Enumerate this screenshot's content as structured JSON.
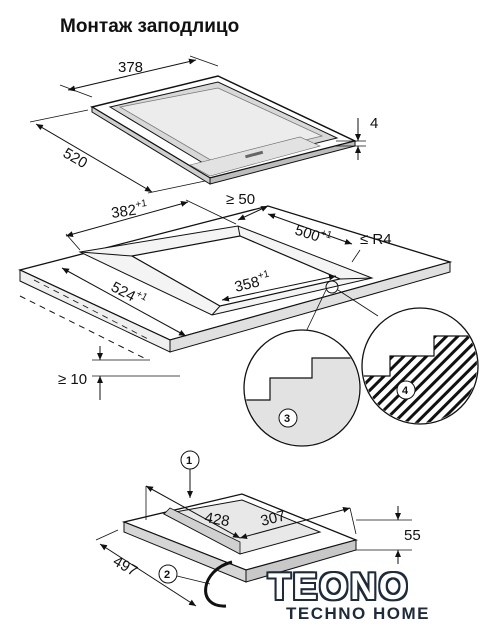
{
  "title": "Монтаж заподлицо",
  "dims": {
    "w378": "378",
    "d520": "520",
    "h4": "4",
    "ge50": "≥ 50",
    "c382": "382",
    "c382_sup": "+1",
    "c500": "500",
    "c500_sup": "+1",
    "r4": "≤ R4",
    "c524": "524",
    "c524_sup": "+1",
    "c358": "358",
    "c358_sup": "+1",
    "ge10": "≥ 10",
    "b428": "428",
    "b307": "307",
    "b55": "55",
    "b497": "497"
  },
  "callouts": [
    "1",
    "2",
    "3",
    "4"
  ],
  "logo": {
    "main": "TEONO",
    "sub": "TECHNO HOME",
    "color": "#2d6fb3"
  }
}
